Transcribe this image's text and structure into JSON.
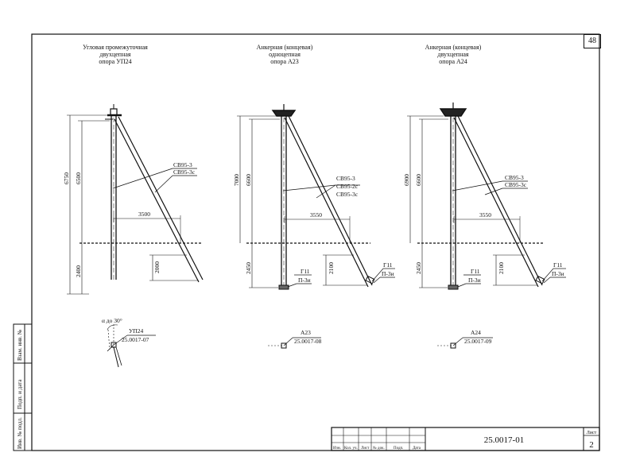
{
  "sheet_number": "48",
  "drawings": [
    {
      "title": [
        "Угловая промежуточная",
        "двухцепная",
        "опора УП24"
      ],
      "dims": {
        "pole_height_1": "6750",
        "pole_height_2": "6500",
        "strut_span": "3500",
        "underground": "2400",
        "strut_depth": "2000"
      },
      "labels": {
        "brace_1": "СВ95-3",
        "brace_2": "СВ95-3с"
      },
      "plan": {
        "name": "УП24",
        "code": "25.0017-07",
        "angle": "α до 30°"
      }
    },
    {
      "title": [
        "Анкерная (концевая)",
        "одноцепная",
        "опора А23"
      ],
      "dims": {
        "pole_height_1": "7000",
        "pole_height_2": "6600",
        "strut_span": "3550",
        "underground": "2450",
        "strut_depth": "2100"
      },
      "labels": {
        "brace_1": "СВ95-3",
        "brace_2": "СВ95-2с",
        "brace_3": "СВ95-3с",
        "foot_1": "Г11",
        "foot_2": "П-3и",
        "foot_3": "Г11",
        "foot_4": "П-3и"
      },
      "plan": {
        "name": "А23",
        "code": "25.0017-08"
      }
    },
    {
      "title": [
        "Анкерная (концевая)",
        "двухцепная",
        "опора А24"
      ],
      "dims": {
        "pole_height_1": "6900",
        "pole_height_2": "6600",
        "strut_span": "3550",
        "underground": "2450",
        "strut_depth": "2100"
      },
      "labels": {
        "brace_1": "СВ95-3",
        "brace_2": "СВ95-3с",
        "foot_1": "Г11",
        "foot_2": "П-3и",
        "foot_3": "Г11",
        "foot_4": "П-3и"
      },
      "plan": {
        "name": "А24",
        "code": "25.0017-09"
      }
    }
  ],
  "side_stamp": [
    "Взам. инв. №",
    "Подп. и дата",
    "Инв. № подл."
  ],
  "title_block": {
    "columns": [
      "Изм.",
      "Кол. уч.",
      "Лист",
      "№ док.",
      "Подп.",
      "Дата"
    ],
    "doc_code": "25.0017-01",
    "sheet_label": "Лист",
    "sheet_value": "2"
  }
}
